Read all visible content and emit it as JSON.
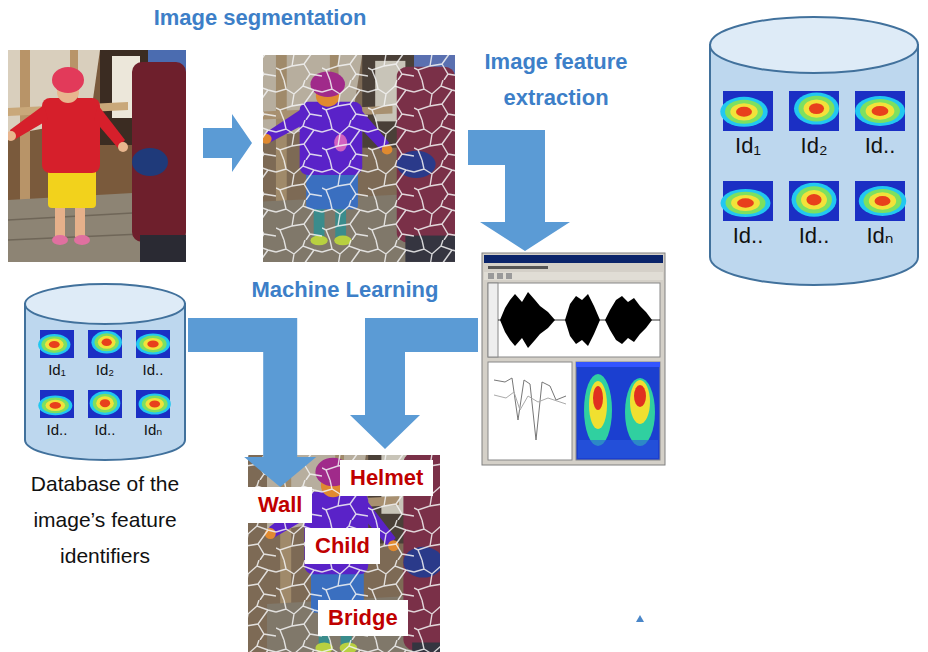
{
  "diagram": {
    "nodes": [
      {
        "text": [
          "Id₁",
          "Id₂",
          "Id..",
          "Id..",
          "Id..",
          "Idₙ"
        ]
      },
      {
        "text": [
          "Id₁",
          "Id₂",
          "Id..",
          "Id..",
          "Id..",
          "Idₙ",
          "Database of the image’s feature identifiers"
        ]
      },
      {
        "text": [
          "Helmet"
        ]
      },
      {
        "text": [
          "Wall"
        ]
      },
      {
        "text": [
          "Child"
        ]
      },
      {
        "text": [
          "Bridge"
        ]
      }
    ],
    "edges": [
      {
        "from": 1,
        "to": 3,
        "arrow": "to"
      }
    ],
    "labels": [
      "Image segmentation",
      "Image feature extraction",
      "Machine Learning"
    ]
  }
}
